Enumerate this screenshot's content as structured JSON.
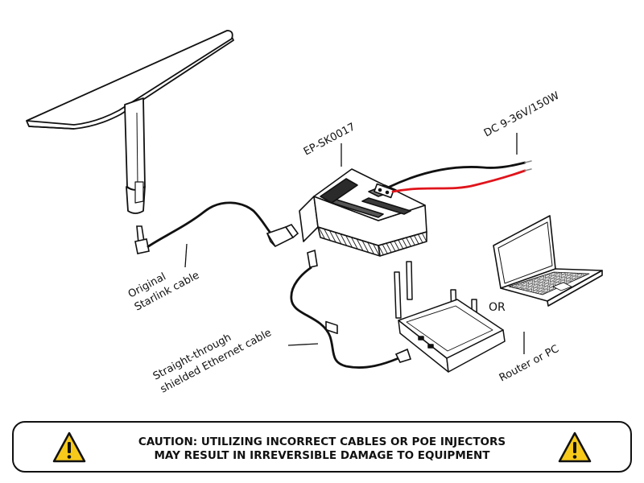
{
  "labels": {
    "device": "EP-SK0017",
    "power": "DC 9-36V/150W",
    "cable_orig_1": "Original",
    "cable_orig_2": "Starlink cable",
    "cable_eth_1": "Straight-through",
    "cable_eth_2": "shielded Ethernet cable",
    "or": "OR",
    "router": "Router or PC"
  },
  "caution": {
    "line1": "CAUTION: UTILIZING INCORRECT CABLES OR POE INJECTORS",
    "line2": "MAY RESULT IN IRREVERSIBLE DAMAGE TO EQUIPMENT"
  },
  "colors": {
    "line": "#111111",
    "red_wire": "#e0141b",
    "warning_yellow": "#f7c91a"
  },
  "icons": [
    "starlink-dish-icon",
    "device-box-icon",
    "laptop-icon",
    "router-icon",
    "warning-icon"
  ]
}
